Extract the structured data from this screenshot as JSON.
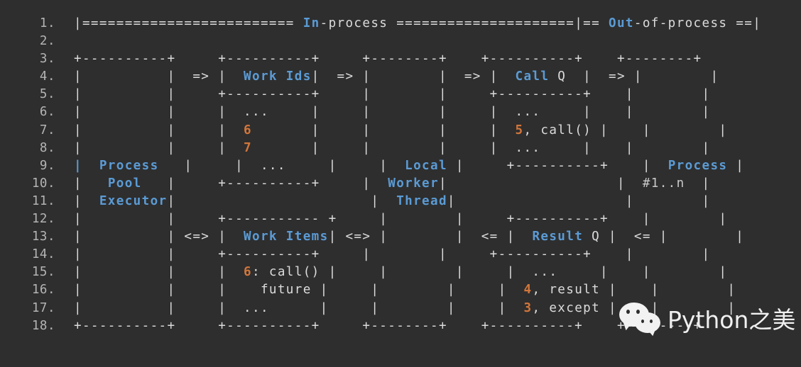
{
  "editor": {
    "background_color": "#2e2e2e",
    "gutter_color": "#b4b4b4",
    "text_color": "#dcdcdc",
    "keyword_color": "#5b9bd5",
    "number_color": "#d2763b",
    "line_numbers": [
      "1.",
      "2.",
      "3.",
      "4.",
      "5.",
      "6.",
      "7.",
      "8.",
      "9.",
      "10.",
      "11.",
      "12.",
      "13.",
      "14.",
      "15.",
      "16.",
      "17.",
      "18."
    ]
  },
  "diagram": {
    "title": "ProcessPoolExecutor architecture",
    "regions": [
      "In-process",
      "Out-of-process"
    ],
    "boxes": [
      {
        "name": "Process Pool Executor",
        "lines": [
          "Process",
          "Pool",
          "Executor"
        ]
      },
      {
        "name": "Work Ids",
        "header": "Work Ids",
        "items": [
          "...",
          "6",
          "7",
          "..."
        ]
      },
      {
        "name": "Local Worker Thread",
        "lines": [
          "Local",
          "Worker",
          "Thread"
        ]
      },
      {
        "name": "Call Q",
        "header": "Call Q",
        "items": [
          "...",
          "5, call()",
          "..."
        ]
      },
      {
        "name": "Process #1..n",
        "lines": [
          "Process",
          "#1..n"
        ]
      },
      {
        "name": "Work Items",
        "header": "Work Items",
        "items": [
          "6: call()",
          "future",
          "..."
        ]
      },
      {
        "name": "Result Q",
        "header": "Result Q",
        "items": [
          "...",
          "4, result",
          "3, except"
        ]
      }
    ],
    "arrows": [
      "=>",
      "=>",
      "=>",
      "=>",
      "<=>",
      "<=>",
      "<=",
      "<="
    ]
  },
  "lines": [
    {
      "n": "1.",
      "tokens": [
        {
          "t": "|=========================",
          "c": "plain"
        },
        {
          "t": " ",
          "c": "plain"
        },
        {
          "t": "In",
          "c": "kw"
        },
        {
          "t": "-process",
          "c": "plain"
        },
        {
          "t": " ",
          "c": "plain"
        },
        {
          "t": "=====================|==",
          "c": "plain"
        },
        {
          "t": " ",
          "c": "plain"
        },
        {
          "t": "Out",
          "c": "kw"
        },
        {
          "t": "-of-process",
          "c": "plain"
        },
        {
          "t": " ",
          "c": "plain"
        },
        {
          "t": "==|",
          "c": "plain"
        }
      ]
    },
    {
      "n": "2.",
      "tokens": []
    },
    {
      "n": "3.",
      "tokens": [
        {
          "t": "+----------+     +----------+     +--------+    +----------+    +--------+",
          "c": "plain"
        }
      ]
    },
    {
      "n": "4.",
      "tokens": [
        {
          "t": "|          |  => |  ",
          "c": "plain"
        },
        {
          "t": "Work Ids",
          "c": "kw"
        },
        {
          "t": "|  => |        |  => |  ",
          "c": "plain"
        },
        {
          "t": "Call",
          "c": "kw"
        },
        {
          "t": " Q",
          "c": "plain"
        },
        {
          "t": "  |  => |        |",
          "c": "plain"
        }
      ]
    },
    {
      "n": "5.",
      "tokens": [
        {
          "t": "|          |     +----------+     |        |     +----------+    |        |",
          "c": "plain"
        }
      ]
    },
    {
      "n": "6.",
      "tokens": [
        {
          "t": "|          |     |  ...     |     |        |     |  ...     |    |        |",
          "c": "plain"
        }
      ]
    },
    {
      "n": "7.",
      "tokens": [
        {
          "t": "|          |     |  ",
          "c": "plain"
        },
        {
          "t": "6",
          "c": "num"
        },
        {
          "t": "       |     |        |     |  ",
          "c": "plain"
        },
        {
          "t": "5",
          "c": "num"
        },
        {
          "t": ", call() |    |        |",
          "c": "plain"
        }
      ]
    },
    {
      "n": "8.",
      "tokens": [
        {
          "t": "|          |     |  ",
          "c": "plain"
        },
        {
          "t": "7",
          "c": "num"
        },
        {
          "t": "       |     |        |     |  ...     |    |        |",
          "c": "plain"
        }
      ]
    },
    {
      "n": "9.",
      "tokens": [
        {
          "t": "|  ",
          "c": "kw"
        },
        {
          "t": "Process",
          "c": "kw"
        },
        {
          "t": "   |     |  ...     |     |  ",
          "c": "plain"
        },
        {
          "t": "Local",
          "c": "kw"
        },
        {
          "t": " |     +----------+    |  ",
          "c": "plain"
        },
        {
          "t": "Process",
          "c": "kw"
        },
        {
          "t": " |",
          "c": "plain"
        }
      ]
    },
    {
      "n": "10.",
      "tokens": [
        {
          "t": "|   ",
          "c": "plain"
        },
        {
          "t": "Pool",
          "c": "kw"
        },
        {
          "t": "   |     +----------+     |  ",
          "c": "plain"
        },
        {
          "t": "Worker",
          "c": "kw"
        },
        {
          "t": "|                    |  ",
          "c": "plain"
        },
        {
          "t": "#1..n",
          "c": "dim"
        },
        {
          "t": "  |",
          "c": "plain"
        }
      ]
    },
    {
      "n": "11.",
      "tokens": [
        {
          "t": "|  ",
          "c": "plain"
        },
        {
          "t": "Executor",
          "c": "kw"
        },
        {
          "t": "|                       |  ",
          "c": "plain"
        },
        {
          "t": "Thread",
          "c": "kw"
        },
        {
          "t": "|                    |        |",
          "c": "plain"
        }
      ]
    },
    {
      "n": "12.",
      "tokens": [
        {
          "t": "|          |     +----------- +     |        |     +----------+    |        |",
          "c": "plain"
        }
      ]
    },
    {
      "n": "13.",
      "tokens": [
        {
          "t": "|          | <=> |  ",
          "c": "plain"
        },
        {
          "t": "Work Items",
          "c": "kw"
        },
        {
          "t": "| <=> |        |  <= |  ",
          "c": "plain"
        },
        {
          "t": "Result",
          "c": "kw"
        },
        {
          "t": " Q",
          "c": "plain"
        },
        {
          "t": " |  <= |        |",
          "c": "plain"
        }
      ]
    },
    {
      "n": "14.",
      "tokens": [
        {
          "t": "|          |     +----------+     |        |     +----------+    |        |",
          "c": "plain"
        }
      ]
    },
    {
      "n": "15.",
      "tokens": [
        {
          "t": "|          |     |  ",
          "c": "plain"
        },
        {
          "t": "6",
          "c": "num"
        },
        {
          "t": ": call() |     |        |     |  ...     |    |        |",
          "c": "plain"
        }
      ]
    },
    {
      "n": "16.",
      "tokens": [
        {
          "t": "|          |     |    future |     |        |     |  ",
          "c": "plain"
        },
        {
          "t": "4",
          "c": "num"
        },
        {
          "t": ", result |    |        |",
          "c": "plain"
        }
      ]
    },
    {
      "n": "17.",
      "tokens": [
        {
          "t": "|          |     |  ...      |     |        |     |  ",
          "c": "plain"
        },
        {
          "t": "3",
          "c": "num"
        },
        {
          "t": ", except |    |        |",
          "c": "plain"
        }
      ]
    },
    {
      "n": "18.",
      "tokens": [
        {
          "t": "+----------+     +----------+     +--------+    +----------+    +--------+",
          "c": "plain"
        }
      ]
    }
  ],
  "watermark": {
    "text": "Python之美",
    "icon": "wechat-icon"
  }
}
